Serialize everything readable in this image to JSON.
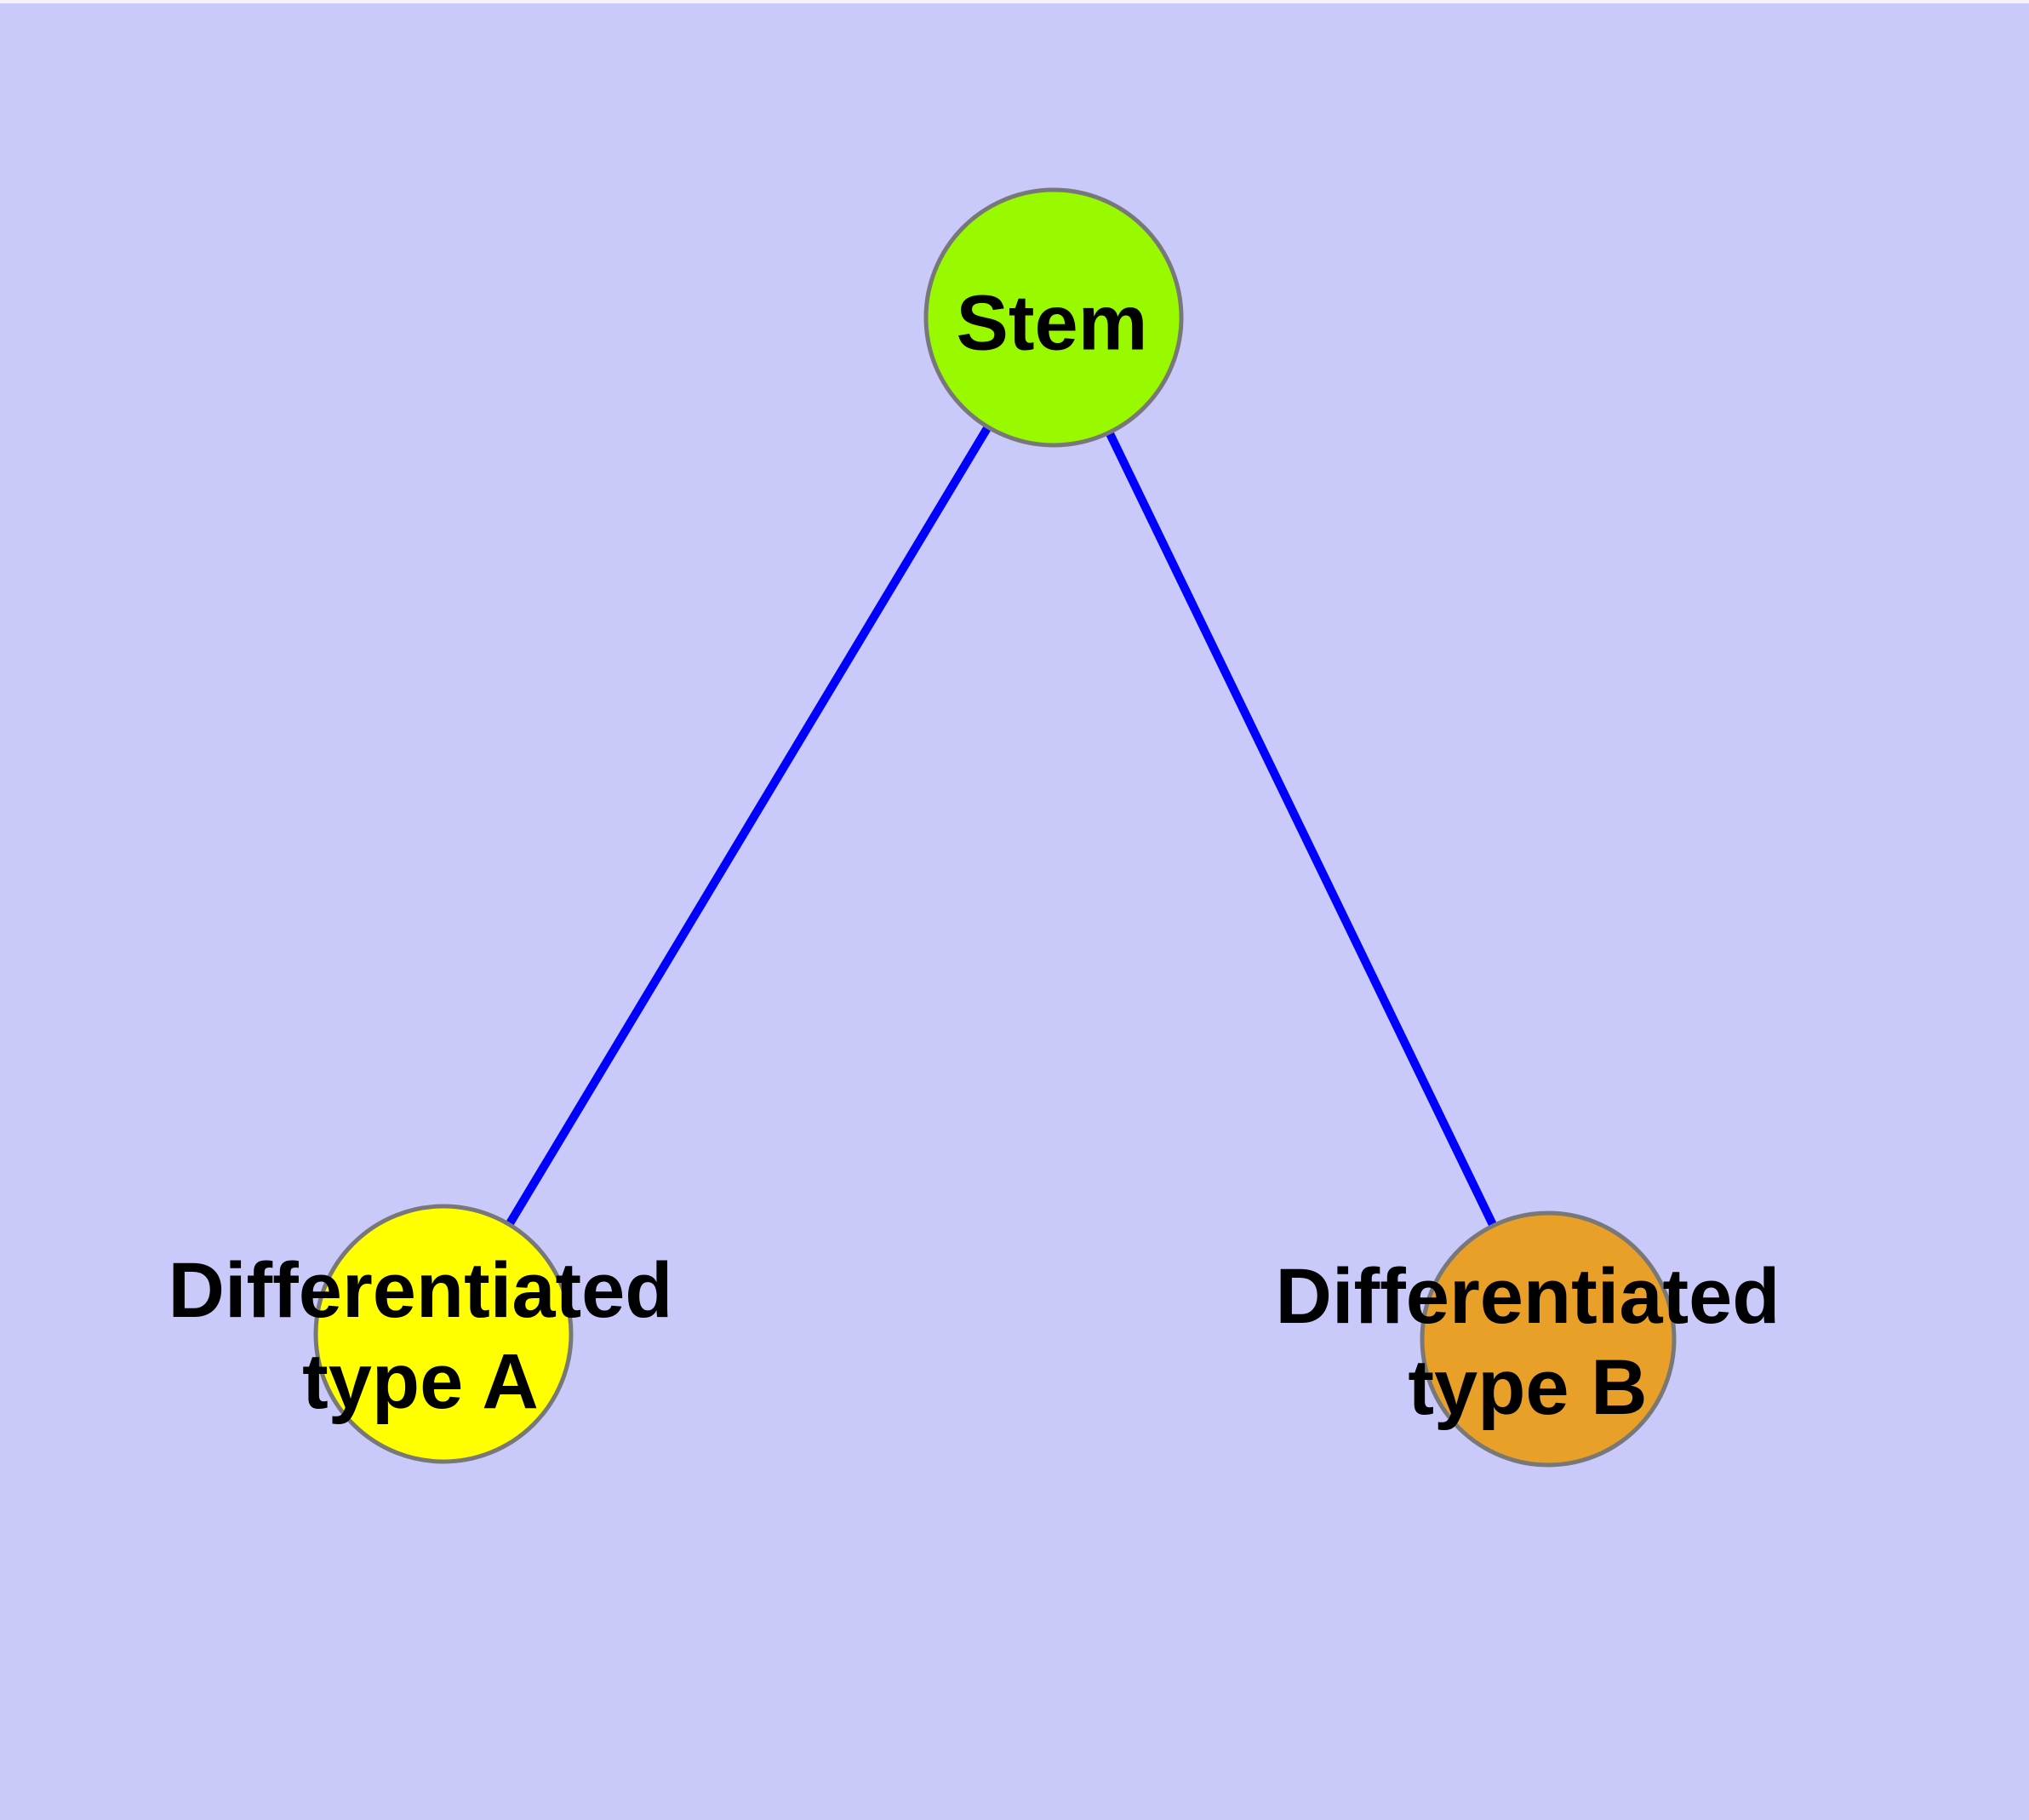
{
  "diagram": {
    "background_color": "#C9C9FA",
    "text_color": "#000000",
    "edge_color": "#0000FF",
    "node_border_color": "#787878",
    "nodes": {
      "stem": {
        "label": "Stem",
        "fill": "#99FA00"
      },
      "type_a": {
        "label_line1": "Differentiated",
        "label_line2": "type A",
        "fill": "#FFFF00"
      },
      "type_b": {
        "label_line1": "Differentiated",
        "label_line2": "type B",
        "fill": "#E8A028"
      }
    },
    "edges": [
      {
        "from": "Stem",
        "to": "Differentiated type A"
      },
      {
        "from": "Stem",
        "to": "Differentiated type B"
      }
    ]
  }
}
